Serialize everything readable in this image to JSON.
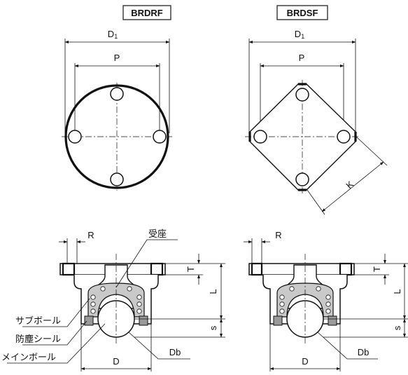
{
  "titles": {
    "left": "BRDRF",
    "right": "BRDSF"
  },
  "dims": {
    "d1": "D",
    "d1_sub": "1",
    "p": "P",
    "k": "K",
    "r": "R",
    "t": "T",
    "l": "L",
    "s": "s",
    "d": "D",
    "db": "Db"
  },
  "callouts": {
    "seat": "受座",
    "sub_ball": "サブボール",
    "seal": "防塵シール",
    "main_ball": "メインボール"
  }
}
